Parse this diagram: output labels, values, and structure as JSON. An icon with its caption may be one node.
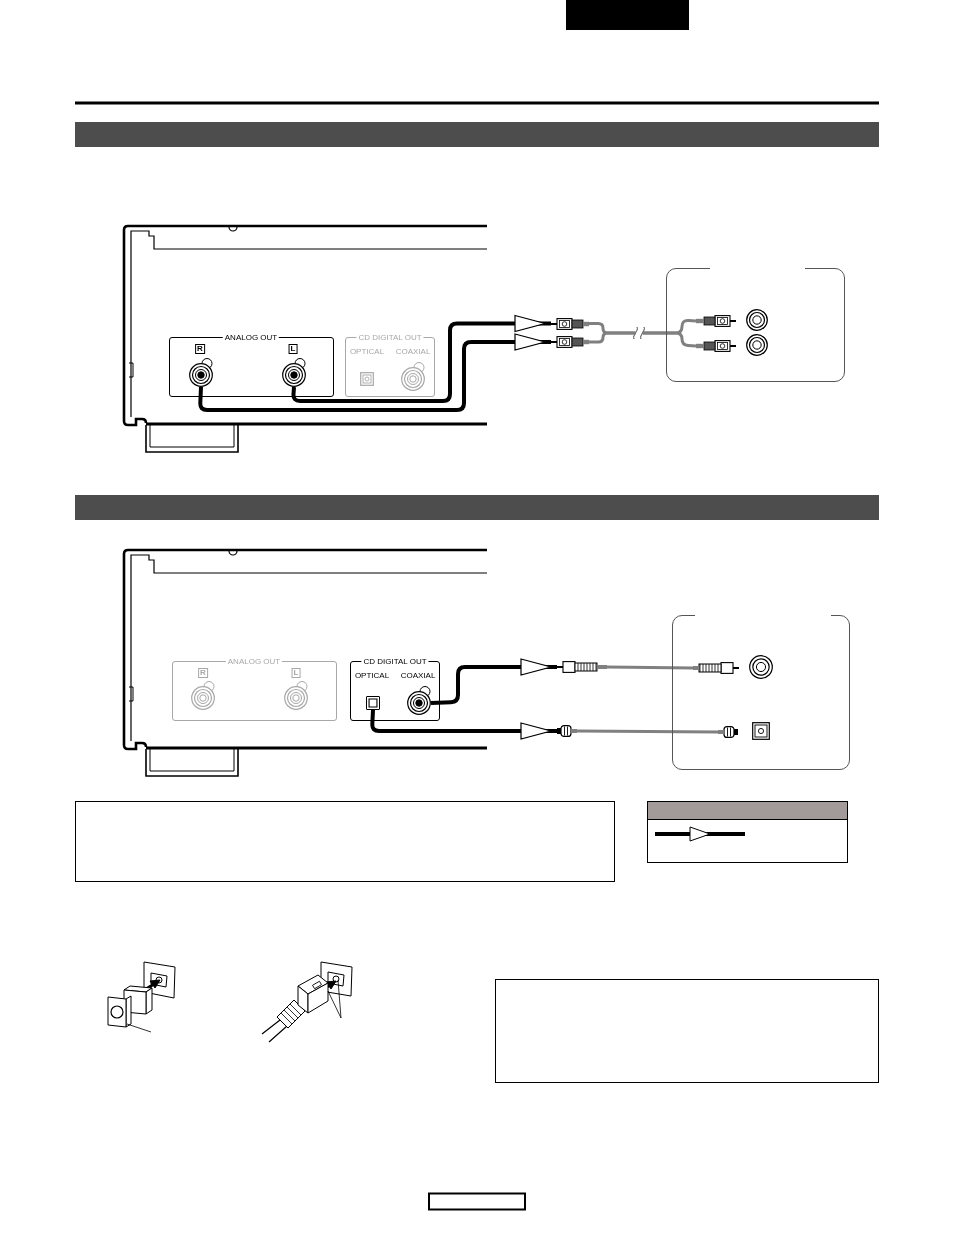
{
  "diagram": {
    "nodes": [
      {
        "text": [],
        "shape": "bar"
      },
      {
        "text": [
          "ANALOG OUT",
          "R",
          "L"
        ]
      },
      {
        "text": [],
        "shape": "circle",
        "in": 1
      },
      {
        "text": [],
        "shape": "circle",
        "in": 1
      },
      {
        "text": [
          "CD DIGITAL OUT",
          "OPTICAL",
          "COAXIAL"
        ]
      },
      {
        "text": [],
        "shape": "picture"
      },
      {
        "text": [],
        "shape": "picture"
      },
      {
        "text": [],
        "shape": "box"
      },
      {
        "text": [],
        "shape": "picture",
        "in": 7
      },
      {
        "text": [],
        "shape": "picture",
        "in": 7
      },
      {
        "text": [],
        "shape": "bar"
      },
      {
        "text": [
          "ANALOG OUT",
          "R",
          "L"
        ]
      },
      {
        "text": [
          "CD DIGITAL OUT",
          "OPTICAL",
          "COAXIAL"
        ]
      },
      {
        "text": [],
        "shape": "box",
        "in": 12
      },
      {
        "text": [],
        "shape": "circle",
        "in": 12
      },
      {
        "text": [],
        "shape": "picture"
      },
      {
        "text": [],
        "shape": "picture"
      },
      {
        "text": [],
        "shape": "box"
      },
      {
        "text": [],
        "shape": "picture",
        "in": 17
      },
      {
        "text": [],
        "shape": "picture",
        "in": 17
      },
      {
        "text": [],
        "shape": "box"
      },
      {
        "text": [],
        "shape": "box"
      }
    ],
    "edges": [
      {
        "from": 3,
        "to": 5,
        "arrow": "to"
      },
      {
        "from": 2,
        "to": 6,
        "arrow": "to"
      },
      {
        "from": 5,
        "to": 8,
        "arrow": "none",
        "color": "#808080"
      },
      {
        "from": 6,
        "to": 9,
        "arrow": "none",
        "color": "#808080"
      },
      {
        "from": 14,
        "to": 15,
        "arrow": "to"
      },
      {
        "from": 13,
        "to": 16,
        "arrow": "to"
      },
      {
        "from": 15,
        "to": 18,
        "arrow": "none",
        "color": "#808080"
      },
      {
        "from": 16,
        "to": 19,
        "arrow": "none",
        "color": "#808080"
      }
    ]
  }
}
